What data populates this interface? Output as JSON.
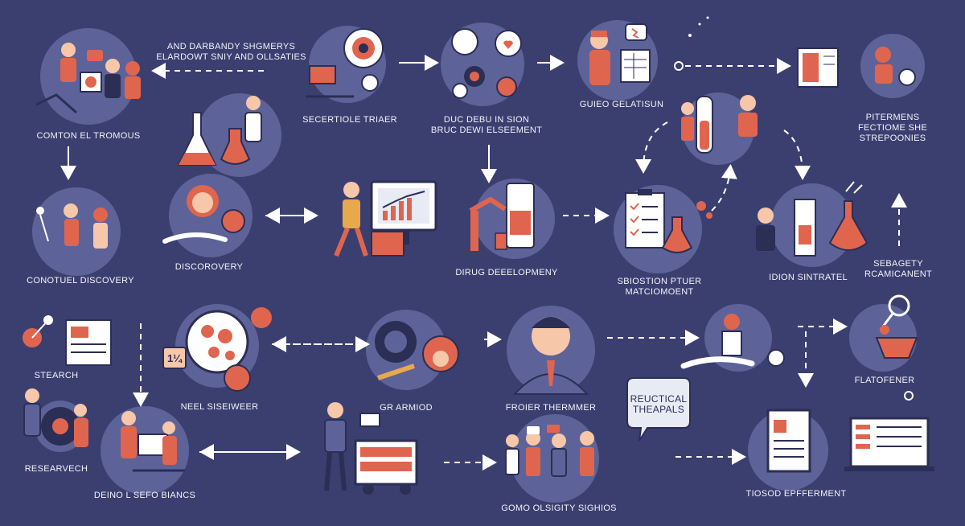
{
  "colors": {
    "background": "#3b3f70",
    "circle": "#5d6398",
    "accent": "#e0654f",
    "skin": "#f6c7a8",
    "line": "#ffffff",
    "dark": "#2b2e55"
  },
  "labels": {
    "top_note": "AND DARBANDY SHGMERYS\nELARDOWT SNIY AND OLLSATIES",
    "comton": "COMTON EL TROMOUS",
    "secertiole": "SECERTIOLE TRIAER",
    "duc_debu": "DUC DEBU IN SION\nBRUC DEWI ELSEEMENT",
    "guieo": "GUIEO GELATISUN",
    "piteramens": "PITERMENS\nFECTIOME SHE\nSTREPOONIES",
    "conotuel": "CONOTUEL DISCOVERY",
    "discorovery": "DISCOROVERY",
    "drug_dev": "DIRUG DEEELOPMENY",
    "sbiostion": "SBIOSTION PTUER\nMATCIOMOENT",
    "idion": "IDION SINTRATEL",
    "sebagety": "SEBAGETY\nRCAMICANENT",
    "stearch": "STEARCH",
    "neel": "NEEL SISEIWEER",
    "gr_armod": "GR ARMIOD",
    "froier": "FROIER THERMMER",
    "flatofener": "FLATOFENER",
    "researvech": "RESEARVECH",
    "deino": "DEINO L SEFO BIANCS",
    "gomo": "GOMO OLSIGITY SIGHIOS",
    "tiosod": "TIOSOD EPFFERMENT",
    "speech_bubble": "REUCTICAL\nTHEAPALS",
    "badge": "1¼"
  }
}
